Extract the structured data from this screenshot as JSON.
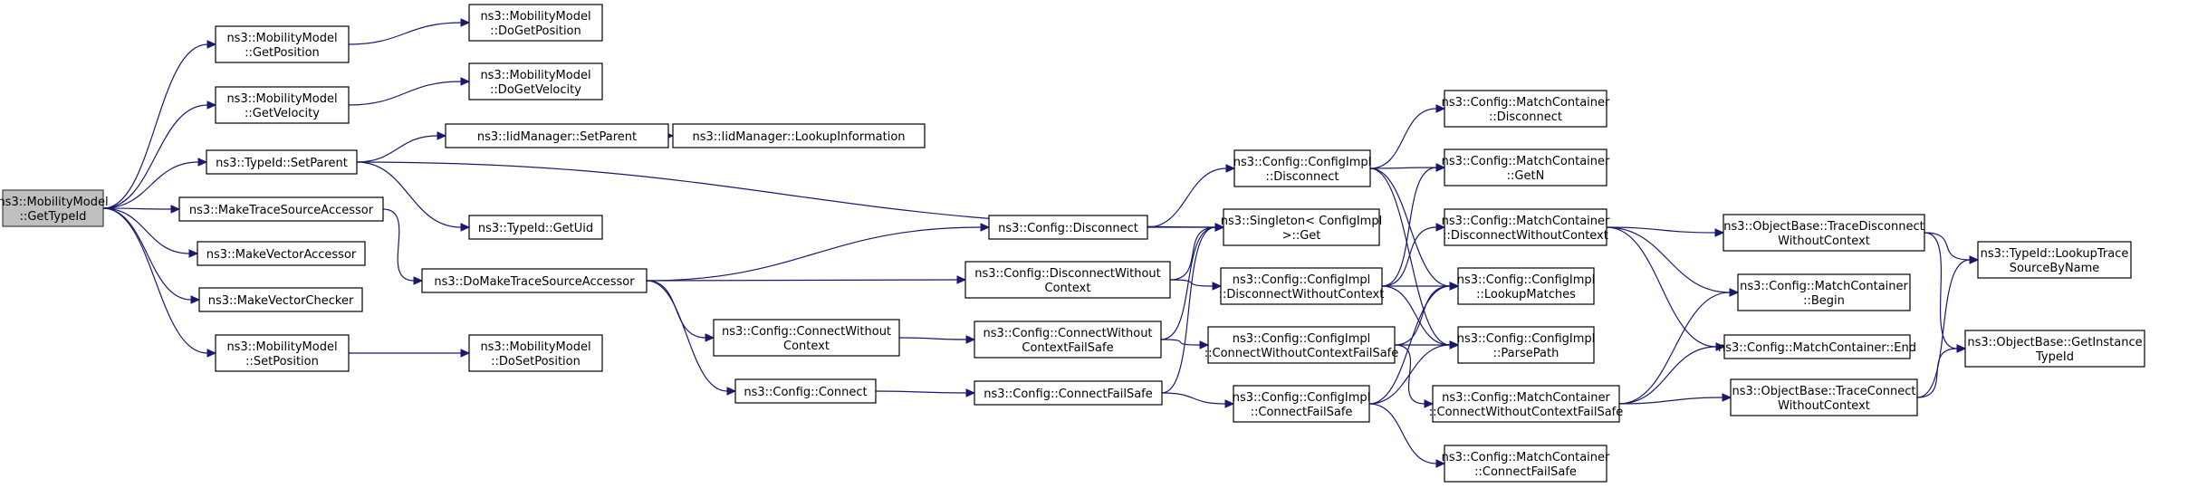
{
  "title": "ns3::MobilityModel::GetTypeId call graph",
  "colors": {
    "edge": "#191970",
    "root_fill": "#bfbfbf",
    "node_fill": "#ffffff"
  },
  "nodes": [
    {
      "id": "root",
      "lines": [
        "ns3::MobilityModel",
        "::GetTypeId"
      ],
      "root": true
    },
    {
      "id": "getpos",
      "lines": [
        "ns3::MobilityModel",
        "::GetPosition"
      ]
    },
    {
      "id": "dogetpos",
      "lines": [
        "ns3::MobilityModel",
        "::DoGetPosition"
      ]
    },
    {
      "id": "getvel",
      "lines": [
        "ns3::MobilityModel",
        "::GetVelocity"
      ]
    },
    {
      "id": "dogetvel",
      "lines": [
        "ns3::MobilityModel",
        "::DoGetVelocity"
      ]
    },
    {
      "id": "tsetparent",
      "lines": [
        "ns3::TypeId::SetParent"
      ]
    },
    {
      "id": "isetparent",
      "lines": [
        "ns3::IidManager::SetParent"
      ]
    },
    {
      "id": "lookupinfo",
      "lines": [
        "ns3::IidManager::LookupInformation"
      ]
    },
    {
      "id": "getuid",
      "lines": [
        "ns3::TypeId::GetUid"
      ]
    },
    {
      "id": "mktsa",
      "lines": [
        "ns3::MakeTraceSourceAccessor"
      ]
    },
    {
      "id": "mkva",
      "lines": [
        "ns3::MakeVectorAccessor"
      ]
    },
    {
      "id": "mkvc",
      "lines": [
        "ns3::MakeVectorChecker"
      ]
    },
    {
      "id": "setpos",
      "lines": [
        "ns3::MobilityModel",
        "::SetPosition"
      ]
    },
    {
      "id": "dosetpos",
      "lines": [
        "ns3::MobilityModel",
        "::DoSetPosition"
      ]
    },
    {
      "id": "domktsa",
      "lines": [
        "ns3::DoMakeTraceSourceAccessor"
      ]
    },
    {
      "id": "cdisc",
      "lines": [
        "ns3::Config::Disconnect"
      ]
    },
    {
      "id": "cdiscwc",
      "lines": [
        "ns3::Config::DisconnectWithout",
        "Context"
      ]
    },
    {
      "id": "cconnwc",
      "lines": [
        "ns3::Config::ConnectWithout",
        "Context"
      ]
    },
    {
      "id": "cconn",
      "lines": [
        "ns3::Config::Connect"
      ]
    },
    {
      "id": "cconnwcfs",
      "lines": [
        "ns3::Config::ConnectWithout",
        "ContextFailSafe"
      ]
    },
    {
      "id": "cconnfs",
      "lines": [
        "ns3::Config::ConnectFailSafe"
      ]
    },
    {
      "id": "ci_disc",
      "lines": [
        "ns3::Config::ConfigImpl",
        "::Disconnect"
      ]
    },
    {
      "id": "singleton",
      "lines": [
        "ns3::Singleton< ConfigImpl",
        ">::Get"
      ]
    },
    {
      "id": "ci_discwc",
      "lines": [
        "ns3::Config::ConfigImpl",
        "::DisconnectWithoutContext"
      ]
    },
    {
      "id": "ci_connwcfs",
      "lines": [
        "ns3::Config::ConfigImpl",
        "::ConnectWithoutContextFailSafe"
      ]
    },
    {
      "id": "ci_connfs",
      "lines": [
        "ns3::Config::ConfigImpl",
        "::ConnectFailSafe"
      ]
    },
    {
      "id": "mc_disc",
      "lines": [
        "ns3::Config::MatchContainer",
        "::Disconnect"
      ]
    },
    {
      "id": "mc_getn",
      "lines": [
        "ns3::Config::MatchContainer",
        "::GetN"
      ]
    },
    {
      "id": "mc_discwc",
      "lines": [
        "ns3::Config::MatchContainer",
        "::DisconnectWithoutContext"
      ]
    },
    {
      "id": "ci_lookup",
      "lines": [
        "ns3::Config::ConfigImpl",
        "::LookupMatches"
      ]
    },
    {
      "id": "ci_parse",
      "lines": [
        "ns3::Config::ConfigImpl",
        "::ParsePath"
      ]
    },
    {
      "id": "mc_connwcfs",
      "lines": [
        "ns3::Config::MatchContainer",
        "::ConnectWithoutContextFailSafe"
      ]
    },
    {
      "id": "mc_connfs",
      "lines": [
        "ns3::Config::MatchContainer",
        "::ConnectFailSafe"
      ]
    },
    {
      "id": "ob_tdwc",
      "lines": [
        "ns3::ObjectBase::TraceDisconnect",
        "WithoutContext"
      ]
    },
    {
      "id": "mc_begin",
      "lines": [
        "ns3::Config::MatchContainer",
        "::Begin"
      ]
    },
    {
      "id": "mc_end",
      "lines": [
        "ns3::Config::MatchContainer::End"
      ]
    },
    {
      "id": "ob_tcwc",
      "lines": [
        "ns3::ObjectBase::TraceConnect",
        "WithoutContext"
      ]
    },
    {
      "id": "tid_lookup",
      "lines": [
        "ns3::TypeId::LookupTrace",
        "SourceByName"
      ]
    },
    {
      "id": "ob_getinst",
      "lines": [
        "ns3::ObjectBase::GetInstance",
        "TypeId"
      ]
    }
  ],
  "edges": [
    [
      "root",
      "getpos"
    ],
    [
      "root",
      "getvel"
    ],
    [
      "root",
      "tsetparent"
    ],
    [
      "root",
      "mktsa"
    ],
    [
      "root",
      "mkva"
    ],
    [
      "root",
      "mkvc"
    ],
    [
      "root",
      "setpos"
    ],
    [
      "getpos",
      "dogetpos"
    ],
    [
      "getvel",
      "dogetvel"
    ],
    [
      "setpos",
      "dosetpos"
    ],
    [
      "tsetparent",
      "isetparent"
    ],
    [
      "tsetparent",
      "getuid"
    ],
    [
      "tsetparent",
      "singleton"
    ],
    [
      "isetparent",
      "lookupinfo"
    ],
    [
      "mktsa",
      "domktsa"
    ],
    [
      "domktsa",
      "cdisc"
    ],
    [
      "domktsa",
      "cdiscwc"
    ],
    [
      "domktsa",
      "cconnwc"
    ],
    [
      "domktsa",
      "cconn"
    ],
    [
      "cdisc",
      "ci_disc"
    ],
    [
      "cdisc",
      "singleton"
    ],
    [
      "cdiscwc",
      "singleton"
    ],
    [
      "cdiscwc",
      "ci_discwc"
    ],
    [
      "cconnwc",
      "cconnwcfs"
    ],
    [
      "cconn",
      "cconnfs"
    ],
    [
      "cconnwcfs",
      "singleton"
    ],
    [
      "cconnwcfs",
      "ci_connwcfs"
    ],
    [
      "cconnfs",
      "singleton"
    ],
    [
      "cconnfs",
      "ci_connfs"
    ],
    [
      "ci_disc",
      "mc_disc"
    ],
    [
      "ci_disc",
      "mc_getn"
    ],
    [
      "ci_disc",
      "ci_lookup"
    ],
    [
      "ci_disc",
      "ci_parse"
    ],
    [
      "ci_discwc",
      "mc_discwc"
    ],
    [
      "ci_discwc",
      "ci_lookup"
    ],
    [
      "ci_discwc",
      "ci_parse"
    ],
    [
      "ci_discwc",
      "mc_getn"
    ],
    [
      "ci_connwcfs",
      "ci_lookup"
    ],
    [
      "ci_connwcfs",
      "ci_parse"
    ],
    [
      "ci_connwcfs",
      "mc_connwcfs"
    ],
    [
      "ci_connfs",
      "ci_lookup"
    ],
    [
      "ci_connfs",
      "ci_parse"
    ],
    [
      "ci_connfs",
      "mc_connfs"
    ],
    [
      "mc_discwc",
      "ob_tdwc"
    ],
    [
      "mc_discwc",
      "mc_begin"
    ],
    [
      "mc_discwc",
      "mc_end"
    ],
    [
      "mc_connwcfs",
      "ob_tcwc"
    ],
    [
      "mc_connwcfs",
      "mc_begin"
    ],
    [
      "mc_connwcfs",
      "mc_end"
    ],
    [
      "ob_tdwc",
      "tid_lookup"
    ],
    [
      "ob_tdwc",
      "ob_getinst"
    ],
    [
      "ob_tcwc",
      "tid_lookup"
    ],
    [
      "ob_tcwc",
      "ob_getinst"
    ]
  ]
}
